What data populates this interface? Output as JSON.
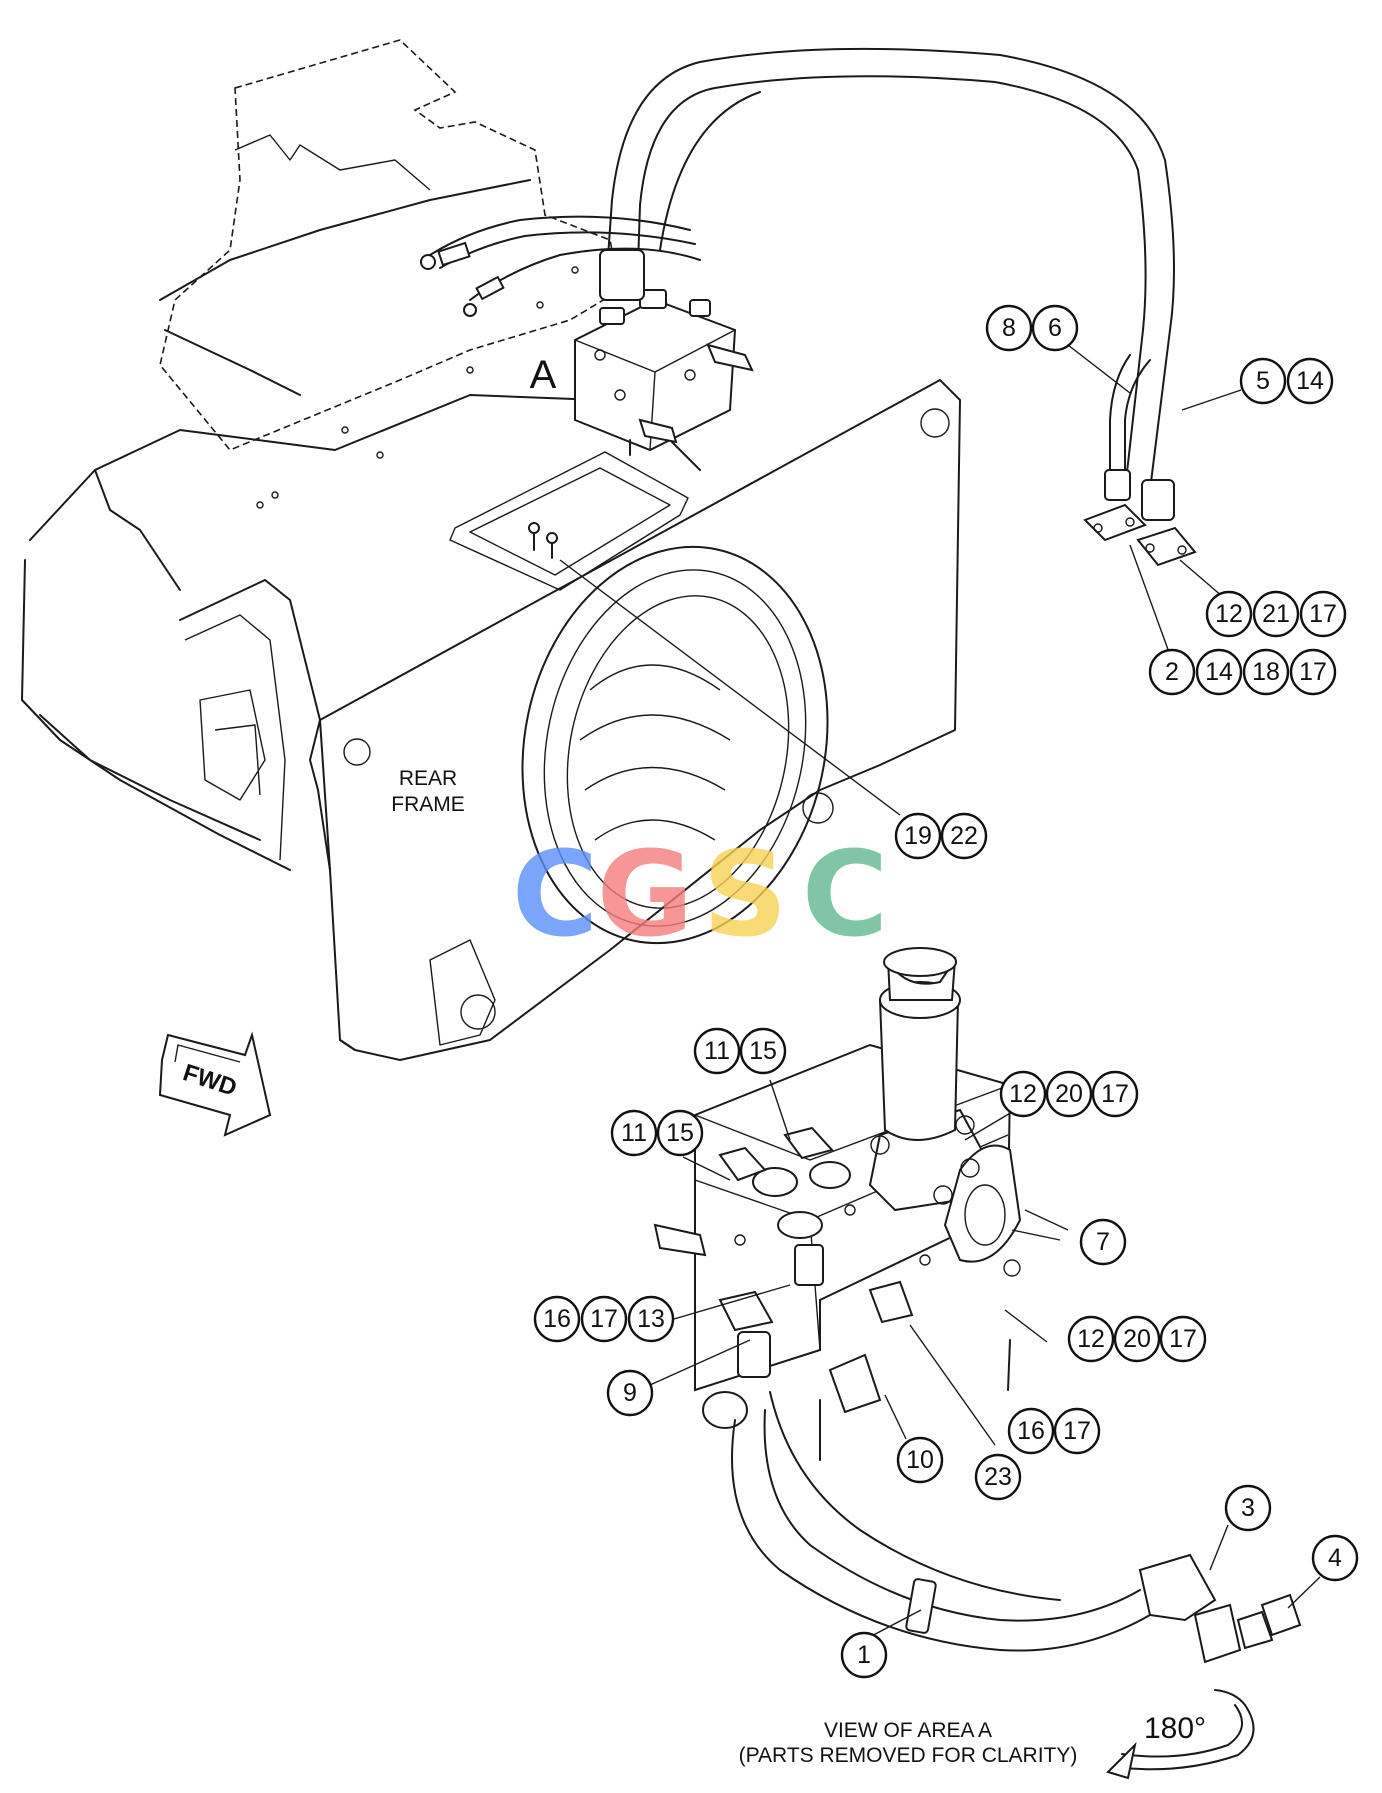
{
  "labels": {
    "area": "A",
    "rear_frame_line1": "REAR",
    "rear_frame_line2": "FRAME",
    "fwd": "FWD",
    "view_line1": "VIEW OF AREA A",
    "view_line2": "(PARTS REMOVED FOR CLARITY)",
    "rotation": "180°"
  },
  "watermark": {
    "letters": [
      "C",
      "G",
      "S",
      "C"
    ],
    "colors": [
      "#5b8ff9",
      "#f47c7c",
      "#f7d154",
      "#61b98e"
    ]
  },
  "callouts": {
    "c8": "8",
    "c6": "6",
    "c5": "5",
    "c14a": "14",
    "c12a": "12",
    "c21": "21",
    "c17a": "17",
    "c2": "2",
    "c14b": "14",
    "c18": "18",
    "c17b": "17",
    "c19": "19",
    "c22": "22",
    "c11a": "11",
    "c15a": "15",
    "c11b": "11",
    "c15b": "15",
    "c12b": "12",
    "c20a": "20",
    "c17c": "17",
    "c7": "7",
    "c16a": "16",
    "c17d": "17",
    "c13": "13",
    "c12c": "12",
    "c20b": "20",
    "c17e": "17",
    "c9": "9",
    "c16b": "16",
    "c17f": "17",
    "c10": "10",
    "c23": "23",
    "c3": "3",
    "c4": "4",
    "c1": "1"
  }
}
